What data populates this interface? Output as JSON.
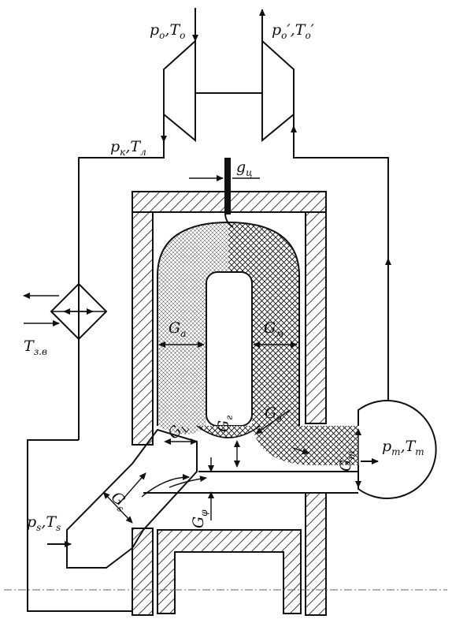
{
  "diagram": {
    "labels": {
      "p0T0": {
        "main": "p",
        "s1": "o",
        "mid": ",T",
        "s2": "o"
      },
      "p0T0_prime": {
        "main": "p",
        "s1": "o",
        "mid": "′,T",
        "s2": "o",
        "tail": "′"
      },
      "pkTk": {
        "main": "p",
        "s1": "к",
        "mid": ",T",
        "s2": "л"
      },
      "gc": {
        "main": "g",
        "s1": "ц"
      },
      "Ga": {
        "main": "G",
        "s1": "a"
      },
      "Gm": {
        "main": "G",
        "s1": "м"
      },
      "Gr_left": {
        "main": "G",
        "s1": "г"
      },
      "Gr_right": {
        "main": "G",
        "s1": "г"
      },
      "GL": {
        "main": "G",
        "s1": "L"
      },
      "Gs": {
        "main": "G",
        "s1": "s"
      },
      "Gphi": {
        "main": "G",
        "s1": "φ"
      },
      "GT": {
        "main": "G",
        "s1": "т"
      },
      "pTTT": {
        "main": "p",
        "s1": "т",
        "mid": ",T",
        "s2": "т"
      },
      "psTs": {
        "main": "p",
        "s1": "s",
        "mid": ",T",
        "s2": "s"
      },
      "T3v": {
        "main": "T",
        "s1": "з.в"
      }
    },
    "colors": {
      "ink": "#111111",
      "paper": "#ffffff"
    }
  }
}
